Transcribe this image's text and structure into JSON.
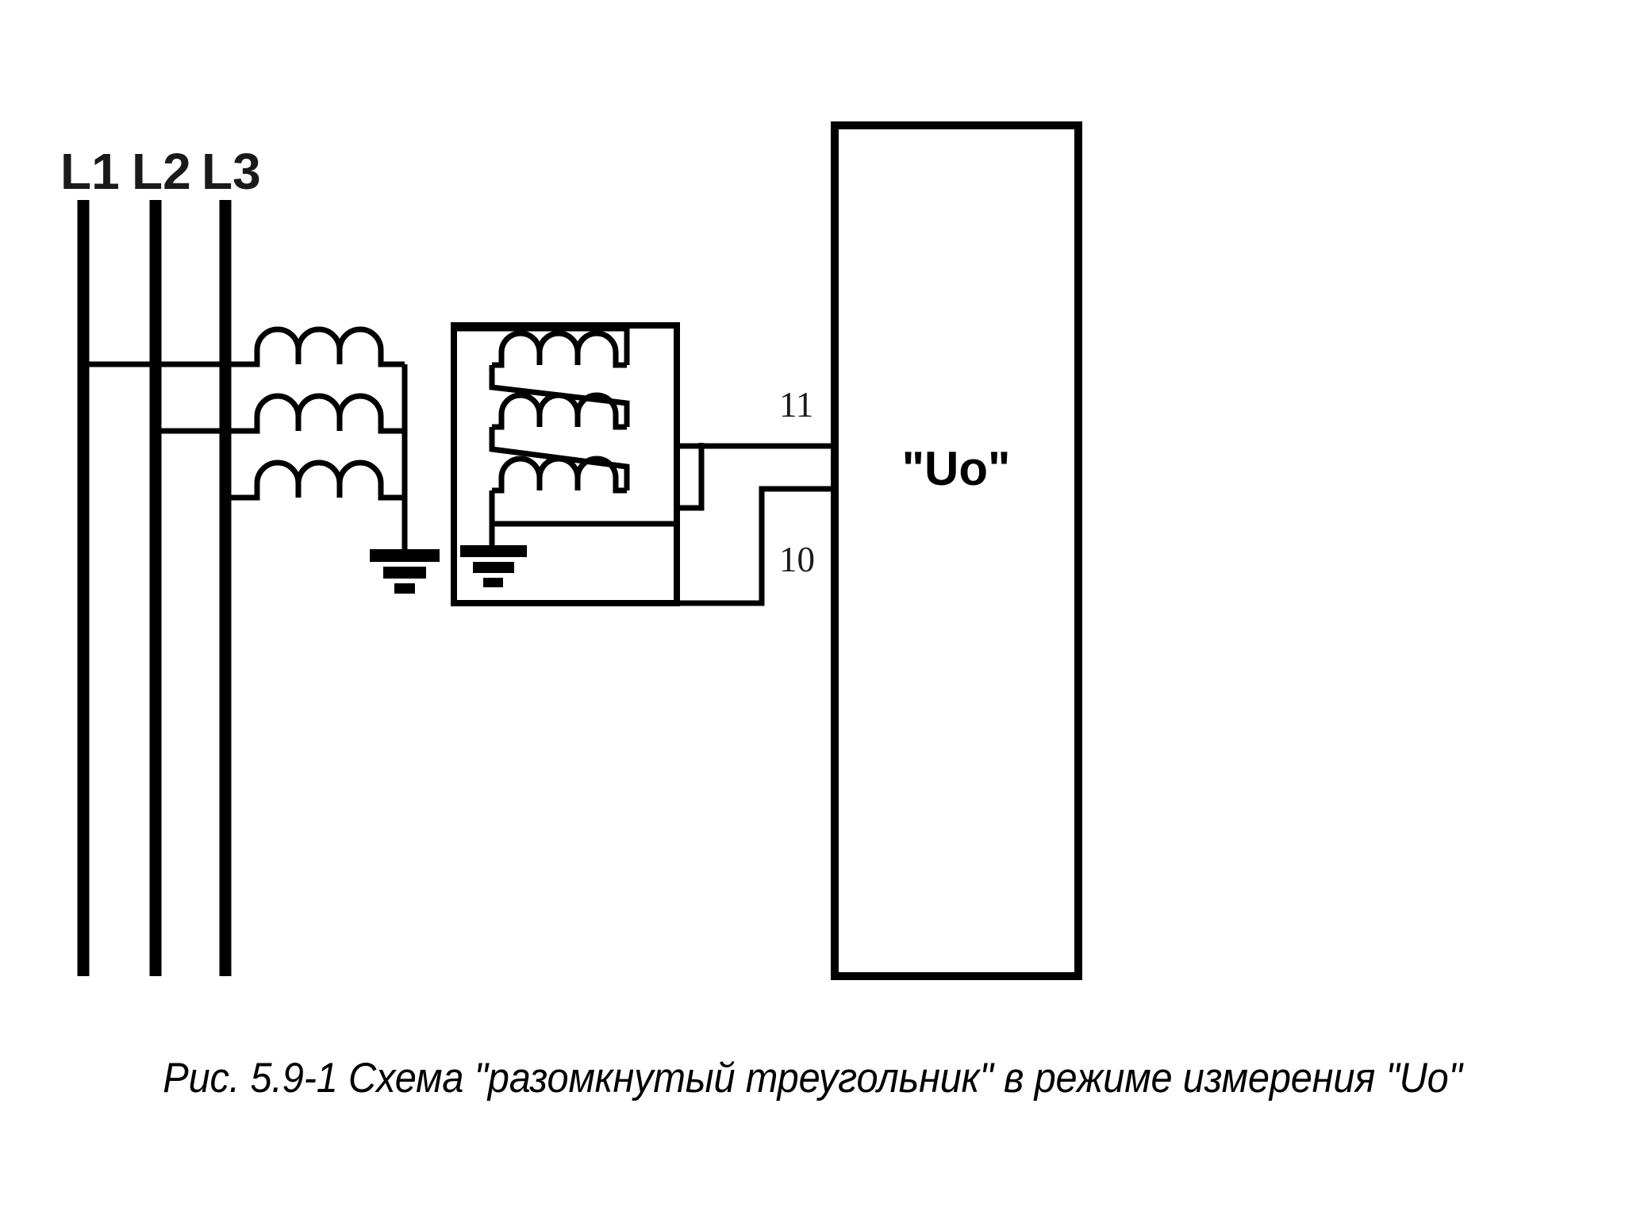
{
  "figure": {
    "caption": "Рис. 5.9-1 Схема \"разомкнутый треугольник\" в режиме измерения \"Uo\"",
    "background_color": "#ffffff",
    "line_color": "#000000"
  },
  "phase_lines": {
    "labels": [
      "L1",
      "L2",
      "L3"
    ],
    "label_color": "#1a1a1a"
  },
  "primary_side": {
    "name": "voltage-transformer-primary",
    "winding_count": 3,
    "ground_symbol": "earth-ground"
  },
  "secondary_side": {
    "name": "open-delta-secondary",
    "winding_count": 3,
    "ground_symbol": "earth-ground"
  },
  "terminals": {
    "upper": "11",
    "lower": "10"
  },
  "device_box": {
    "label": "\"Uo\"",
    "border_color": "#000000"
  }
}
